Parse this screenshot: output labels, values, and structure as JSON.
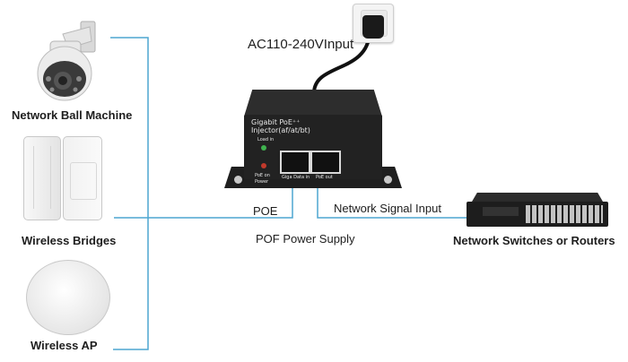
{
  "devices": {
    "ball_machine": "Network Ball Machine",
    "bridges": "Wireless Bridges",
    "ap": "Wireless AP",
    "switches": "Network Switches or Routers"
  },
  "connections": {
    "poe": "POE",
    "signal_input": "Network Signal Input",
    "power_supply": "POF Power Supply",
    "ac_input": "AC110-240VInput"
  },
  "injector": {
    "title_line1": "Gigabit PoE⁺⁺",
    "title_line2": "Injector(af/at/bt)",
    "load_label": "Load in",
    "ind_label1": "PoE on",
    "ind_label2": "Power",
    "port1": "Giga Data in",
    "port2": "PoE out"
  },
  "colors": {
    "line": "#4da6d1",
    "device_body": "#2a2a2a",
    "text": "#1e1e1e"
  }
}
